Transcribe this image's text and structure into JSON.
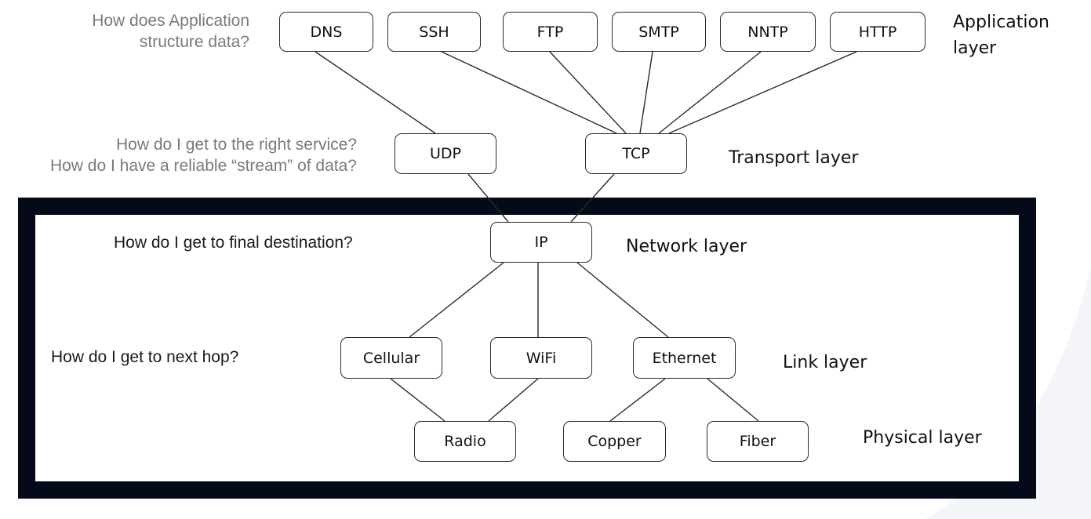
{
  "questions": {
    "application_line1": "How does Application",
    "application_line2": "structure data?",
    "transport_line1": "How do I get to the right service?",
    "transport_line2": "How do I have a reliable “stream” of data?",
    "network": "How do I get to final destination?",
    "link": "How do I get to next hop?"
  },
  "layers": {
    "application_line1": "Application",
    "application_line2": "layer",
    "transport": "Transport layer",
    "network": "Network layer",
    "link": "Link layer",
    "physical": "Physical layer"
  },
  "nodes": {
    "dns": "DNS",
    "ssh": "SSH",
    "ftp": "FTP",
    "smtp": "SMTP",
    "nntp": "NNTP",
    "http": "HTTP",
    "udp": "UDP",
    "tcp": "TCP",
    "ip": "IP",
    "cellular": "Cellular",
    "wifi": "WiFi",
    "ethernet": "Ethernet",
    "radio": "Radio",
    "copper": "Copper",
    "fiber": "Fiber"
  },
  "colors": {
    "frame": "#050a1a",
    "question_text": "#7a7a7a",
    "dark_text": "#1a1a1a",
    "node_border": "#2b2b2b"
  }
}
